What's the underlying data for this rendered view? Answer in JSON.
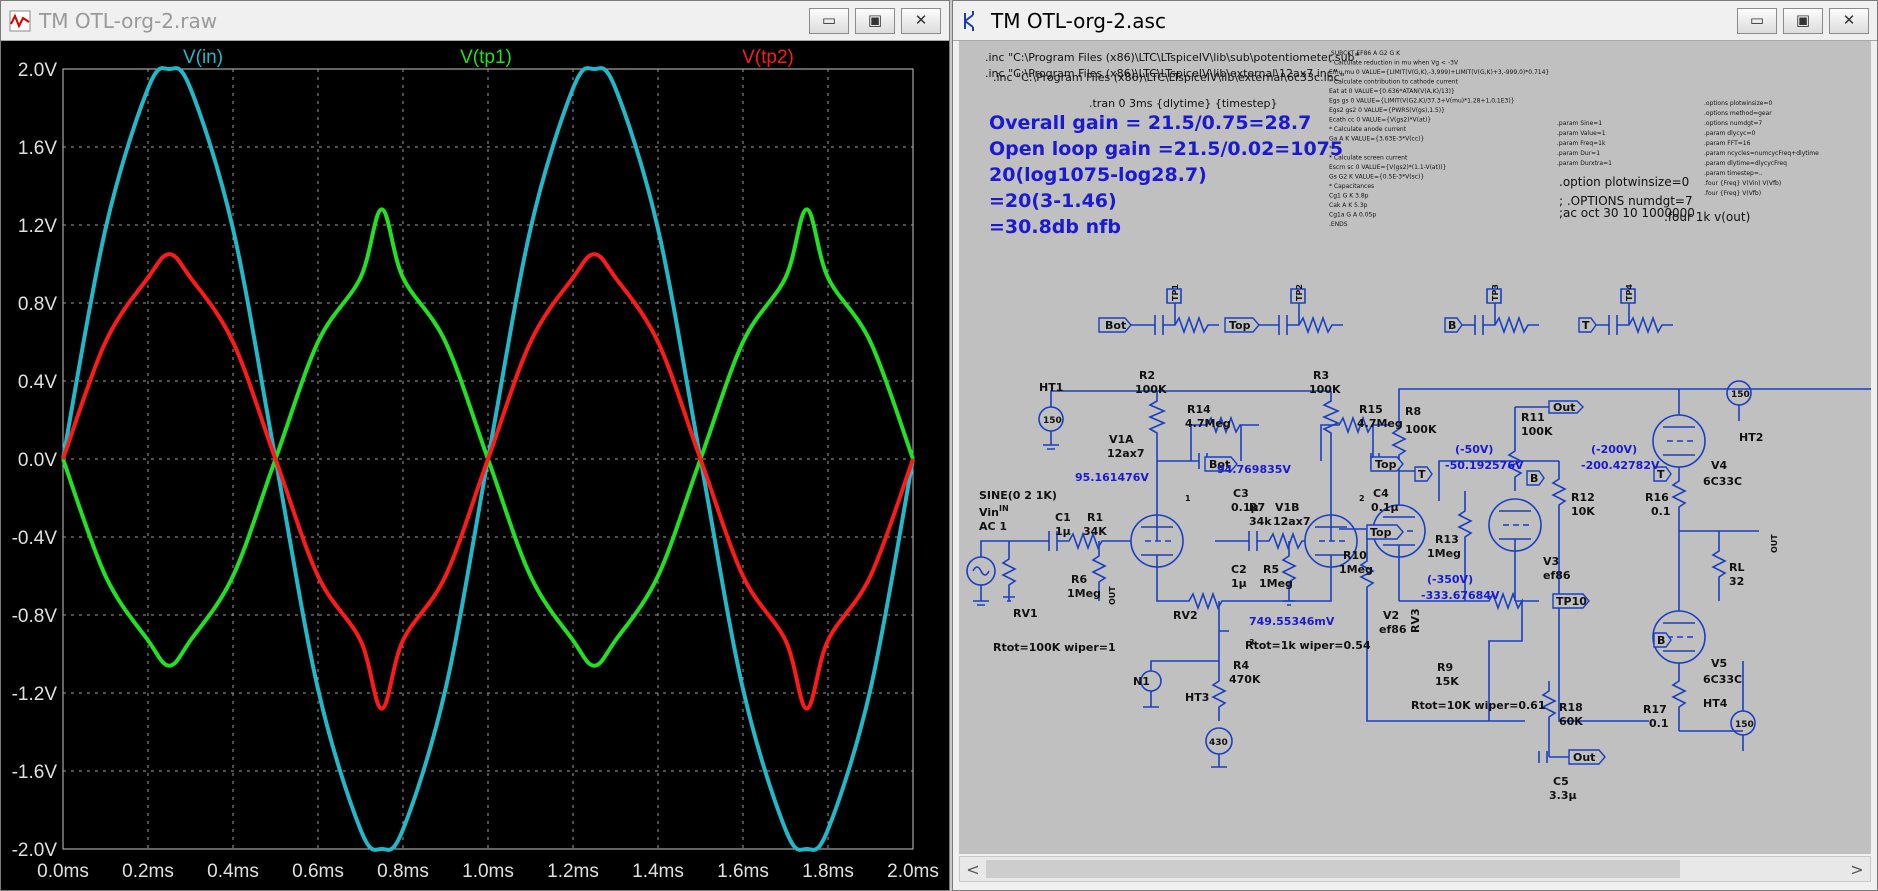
{
  "plot_window": {
    "title": "TM OTL-org-2.raw",
    "controls": {
      "minimize": "▭",
      "maximize": "▣",
      "close": "✕"
    }
  },
  "schematic_window": {
    "title": "TM OTL-org-2.asc",
    "controls": {
      "minimize": "▭",
      "maximize": "▣",
      "close": "✕"
    },
    "directives": {
      "inc1": ".inc \"C:\\Program Files (x86)\\LTC\\LTspiceIV\\lib\\sub\\potentiometer.sub\"",
      "inc2": ".inc \"C:\\Program Files (x86)\\LTC\\LTspiceIV\\lib\\external\\12ax7.inc\"",
      "inc3": ".inc \"C:\\Program Files (x86)\\LTC\\LTspiceIV\\lib\\external\\6c33c.inc\"",
      "tran": ".tran 0 3ms {dlytime} {timestep}",
      "opt1": ".option plotwinsize=0",
      "opt2": "; .OPTIONS numdgt=7",
      "opt3": ";ac oct 30 10 1000000",
      "four": ".four 1k v(out)"
    },
    "notes": [
      "Overall gain = 21.5/0.75=28.7",
      "Open loop gain =21.5/0.02=1075",
      "20(log1075-log28.7)",
      "=20(3-1.46)",
      "=30.8db nfb"
    ],
    "subckt_lines": [
      ".SUBCKT EF86 A G2 G K",
      "* Calculate reduction in mu when Vg < -3V",
      "Emu mu 0 VALUE={LIMIT(V(G,K),-3,999)+LIMIT(V(G,K)+3,-999,0)*0.714}",
      "* Calculate contribution to cathode current",
      "Eat at 0 VALUE={0.636*ATAN(V(A,K)/13)}",
      "Egs gs 0 VALUE={LIMIT(V(G2,K)/37.3+V(mu)*1.28+1,0,1E3)}",
      "Egs2 gs2 0 VALUE={PWRS(V(gs),1.5)}",
      "Ecath cc 0 VALUE={V(gs2)*V(at)}",
      "* Calculate anode current",
      "Ga A K VALUE={3.63E-3*V(cc)}",
      "*",
      "* Calculate screen current",
      "Escrn sc 0 VALUE={V(gs2)*(1.1-V(at))}",
      "Gs G2 K VALUE={0.5E-3*V(sc)}",
      "* Capacitances",
      "Cg1 G K 3.8p",
      "Cak A K 5.3p",
      "Cg1a G A 0.05p",
      ".ENDS"
    ],
    "params": [
      ".param Sine=1",
      ".param Value=1",
      ".param Freq=1k",
      ".param Dur=1",
      ".param Durxtra=1"
    ],
    "options_right": [
      ".options plotwinsize=0",
      ".options method=gear",
      ".options numdgt=7",
      ".param dlycyc=0",
      ".param FFT=16",
      ".param ncycles=numcycFreq+dlytime",
      ".param dlytime=dlycycFreq",
      ".param timestep=..",
      ".four {Freq} V(Vin) V(Vfb)",
      ".four {Freq} V(Vfb)"
    ],
    "labels": {
      "bot": "Bot",
      "top": "Top",
      "b": "B",
      "t": "T",
      "tp1": "TP1",
      "tp2": "TP2",
      "tp3": "TP3",
      "tp4": "TP4",
      "r2": "R2",
      "r2v": "100K",
      "r3": "R3",
      "r3v": "100K",
      "ht1": "HT1",
      "ht1v": "150",
      "r14": "R14",
      "r14v": "4.7Meg",
      "r15": "R15",
      "r15v": "4.7Meg",
      "v1a": "V1A",
      "v1av": "12ax7",
      "v1b": "V1B",
      "v1bv": "12ax7",
      "n1v": "95.161476V",
      "n2v": "94.769835V",
      "c3": "C3",
      "c3v": "0.1μ",
      "c4": "C4",
      "c4v": "0.1μ",
      "r7": "R7",
      "r7v": "34k",
      "sine": "SINE(0 2 1K)",
      "vin": "Vin",
      "ac": "AC 1",
      "vin_port": "IN",
      "c1": "C1",
      "c1v": "1μ",
      "r1": "R1",
      "r1v": "34K",
      "r6": "R6",
      "r6v": "1Meg",
      "c2": "C2",
      "c2v": "1μ",
      "r5": "R5",
      "r5v": "1Meg",
      "rv1": "RV1",
      "rv2": "RV2",
      "out_tag": "OUT",
      "rv1note": "Rtot=100K wiper=1",
      "rv2note": "Rtot=1k wiper=0.54",
      "n3v": "749.55346mV",
      "n1": "N1",
      "ht3": "HT3",
      "ht3v": "430",
      "r4": "R4",
      "r4v": "470K",
      "r8": "R8",
      "r8v": "100K",
      "m50": "(-50V)",
      "n4v": "-50.192576V",
      "r11": "R11",
      "r11v": "100K",
      "m200": "(-200V)",
      "n5v": "-200.42782V",
      "out": "Out",
      "r12": "R12",
      "r12v": "10K",
      "r10": "R10",
      "r10v": "1Meg",
      "r13": "R13",
      "r13v": "1Meg",
      "v2": "V2",
      "v2v": "ef86",
      "v3": "V3",
      "v3v": "ef86",
      "m350": "(-350V)",
      "n6v": "-333.67684V",
      "tp10": "TP10",
      "rv3": "RV3",
      "r9": "R9",
      "r9v": "15K",
      "rv3note": "Rtot=10K wiper=0.61",
      "r18": "R18",
      "r18v": "60K",
      "c5": "C5",
      "c5v": "3.3μ",
      "ht2": "HT2",
      "ht2v": "150",
      "v4": "V4",
      "v4v": "6C33C",
      "r16": "R16",
      "r16v": "0.1",
      "rl": "RL",
      "rlv": "32",
      "out2": "OUT",
      "v5": "V5",
      "v5v": "6C33C",
      "r17": "R17",
      "r17v": "0.1",
      "ht4": "HT4",
      "ht4v": "150",
      "pin1": "1",
      "pin2": "2",
      "pin3": "3"
    },
    "scroll": {
      "left": "<",
      "right": ">"
    }
  },
  "chart_data": {
    "type": "line",
    "xlabel": "",
    "ylabel": "",
    "xlim": [
      0,
      2.0
    ],
    "ylim": [
      -2.0,
      2.0
    ],
    "x_ticks": [
      "0.0ms",
      "0.2ms",
      "0.4ms",
      "0.6ms",
      "0.8ms",
      "1.0ms",
      "1.2ms",
      "1.4ms",
      "1.6ms",
      "1.8ms",
      "2.0ms"
    ],
    "y_ticks": [
      "2.0V",
      "1.6V",
      "1.2V",
      "0.8V",
      "0.4V",
      "0.0V",
      "-0.4V",
      "-0.8V",
      "-1.2V",
      "-1.6V",
      "-2.0V"
    ],
    "grid": true,
    "legend_placement": "top",
    "x": [
      0.0,
      0.1,
      0.2,
      0.25,
      0.3,
      0.4,
      0.5,
      0.6,
      0.7,
      0.75,
      0.8,
      0.9,
      1.0,
      1.1,
      1.2,
      1.25,
      1.3,
      1.4,
      1.5,
      1.6,
      1.7,
      1.75,
      1.8,
      1.9,
      2.0
    ],
    "series": [
      {
        "name": "V(in)",
        "color": "#22b8c8",
        "values": [
          0.0,
          1.18,
          1.9,
          2.0,
          1.9,
          1.18,
          0.0,
          -1.18,
          -1.9,
          -2.0,
          -1.9,
          -1.18,
          0.0,
          1.18,
          1.9,
          2.0,
          1.9,
          1.18,
          0.0,
          -1.18,
          -1.9,
          -2.0,
          -1.9,
          -1.18,
          0.0
        ]
      },
      {
        "name": "V(tp1)",
        "color": "#22e022",
        "values": [
          0.0,
          -0.6,
          -0.93,
          -1.06,
          -0.93,
          -0.6,
          0.0,
          0.6,
          0.93,
          1.28,
          0.93,
          0.6,
          0.0,
          -0.6,
          -0.93,
          -1.06,
          -0.93,
          -0.6,
          0.0,
          0.6,
          0.93,
          1.28,
          0.93,
          0.6,
          0.0
        ]
      },
      {
        "name": "V(tp2)",
        "color": "#ff1a1a",
        "values": [
          0.0,
          0.6,
          0.93,
          1.05,
          0.93,
          0.6,
          0.0,
          -0.6,
          -0.93,
          -1.28,
          -0.93,
          -0.6,
          0.0,
          0.6,
          0.93,
          1.05,
          0.93,
          0.6,
          0.0,
          -0.6,
          -0.93,
          -1.28,
          -0.93,
          -0.6,
          0.0
        ]
      }
    ]
  }
}
